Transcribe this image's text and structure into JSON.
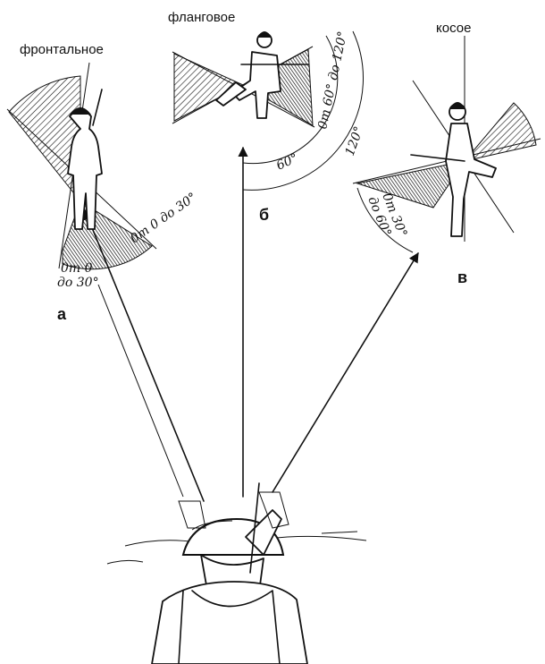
{
  "labels": {
    "frontal": "фронтальное",
    "flank": "фланговое",
    "oblique": "косое"
  },
  "letters": {
    "a": "а",
    "b": "б",
    "v": "в"
  },
  "angles_a": {
    "line1": "0т 0 до 30°",
    "line2": "0т 0",
    "line3": "до 30°"
  },
  "angles_b": {
    "sixty": "60°",
    "range": "0т 60° до 120°",
    "onetwenty": "120°"
  },
  "angles_v": {
    "line1": "0т 30°",
    "line2": "до 60°"
  }
}
